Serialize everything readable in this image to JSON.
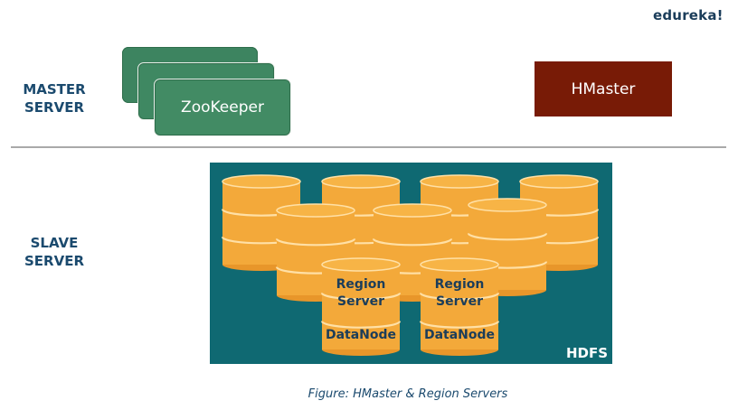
{
  "brand": {
    "logo_text": "edureka!"
  },
  "labels": {
    "master_server": [
      "MASTER",
      "SERVER"
    ],
    "slave_server": [
      "SLAVE",
      "SERVER"
    ]
  },
  "master": {
    "zookeeper_label": "ZooKeeper",
    "hmaster_label": "HMaster"
  },
  "slave": {
    "hdfs_label": "HDFS",
    "region_servers": [
      {
        "line1": "Region",
        "line2": "Server",
        "datanode": "DataNode"
      },
      {
        "line1": "Region",
        "line2": "Server",
        "datanode": "DataNode"
      }
    ]
  },
  "caption": "Figure: HMaster & Region Servers",
  "colors": {
    "zookeeper_green": "#428b64",
    "hmaster_red": "#781b06",
    "hdfs_teal": "#0f6972",
    "cylinder_orange": "#f3a93a",
    "label_navy": "#1b3d5a"
  }
}
